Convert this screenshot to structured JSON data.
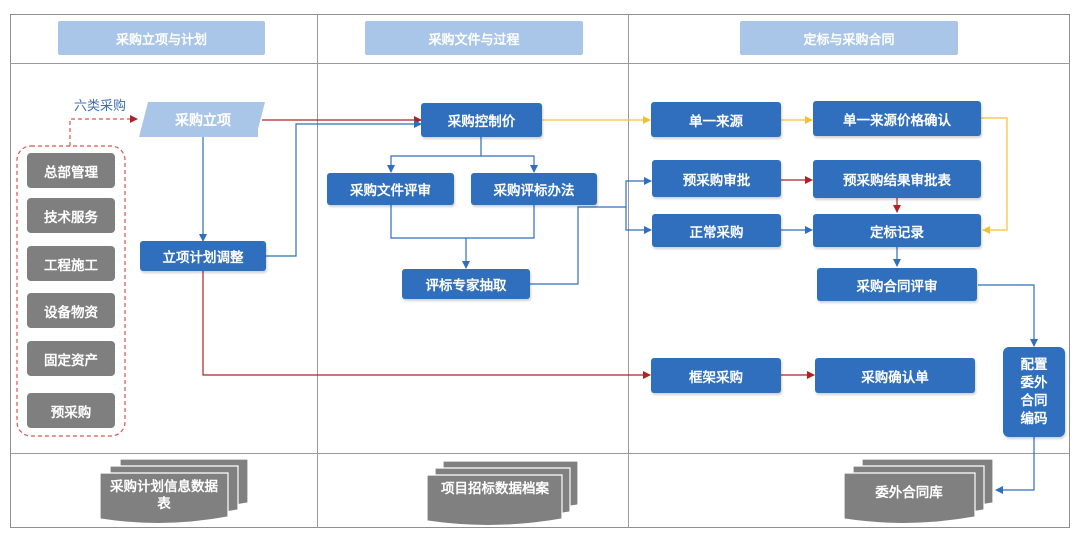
{
  "columns": {
    "plan": "采购立项与计划",
    "docs": "采购文件与过程",
    "award": "定标与采购合同"
  },
  "six_types_label": "六类采购",
  "categories": [
    "总部管理",
    "技术服务",
    "工程施工",
    "设备物资",
    "固定资产",
    "预采购"
  ],
  "nodes": {
    "project_setup": "采购立项",
    "plan_adjust": "立项计划调整",
    "control_price": "采购控制价",
    "doc_review": "采购文件评审",
    "eval_method": "采购评标办法",
    "expert_draw": "评标专家抽取",
    "single_source": "单一来源",
    "single_price_confirm": "单一来源价格确认",
    "pre_approval": "预采购审批",
    "pre_result_table": "预采购结果审批表",
    "normal_purchase": "正常采购",
    "award_record": "定标记录",
    "contract_review": "采购合同评审",
    "framework_purchase": "框架采购",
    "confirm_sheet": "采购确认单",
    "contract_code": "配置委外合同编码"
  },
  "outputs": {
    "plan_table": "采购计划信息数据表",
    "bid_archive": "项目招标数据档案",
    "contract_lib": "委外合同库"
  },
  "colors": {
    "box_blue": "#2f6fbd",
    "header_blue": "#a9c6e9",
    "category_grey": "#7f7f7f",
    "arrow_blue": "#2f6fbd",
    "arrow_red": "#b22222",
    "arrow_yellow": "#f2c037"
  }
}
